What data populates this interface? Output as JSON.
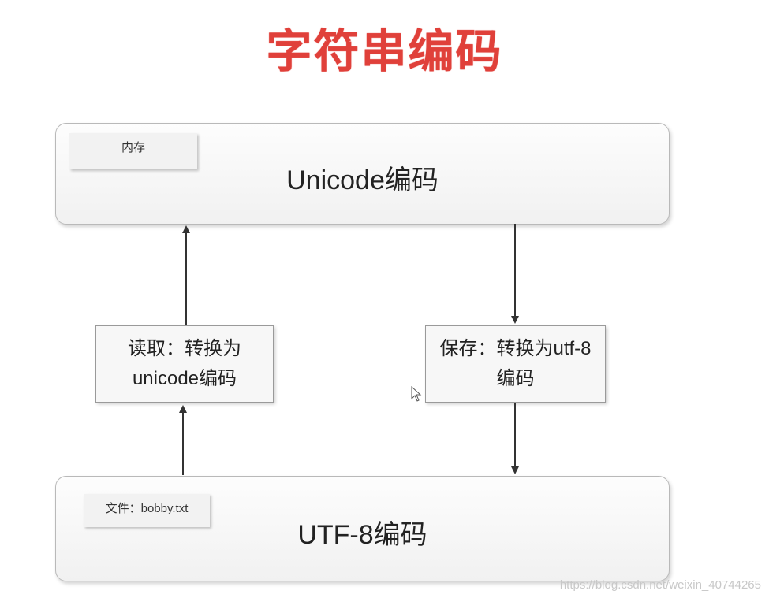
{
  "title": "字符串编码",
  "memory": {
    "tag": "内存",
    "label": "Unicode编码"
  },
  "file": {
    "tag": "文件：bobby.txt",
    "label": "UTF-8编码"
  },
  "read_step": {
    "line1": "读取：转换为",
    "line2": "unicode编码"
  },
  "save_step": {
    "line1": "保存：转换为utf-8",
    "line2": "编码"
  },
  "watermark": "https://blog.csdn.net/weixin_40744265",
  "colors": {
    "title": "#e0403a",
    "arrow": "#333333"
  }
}
